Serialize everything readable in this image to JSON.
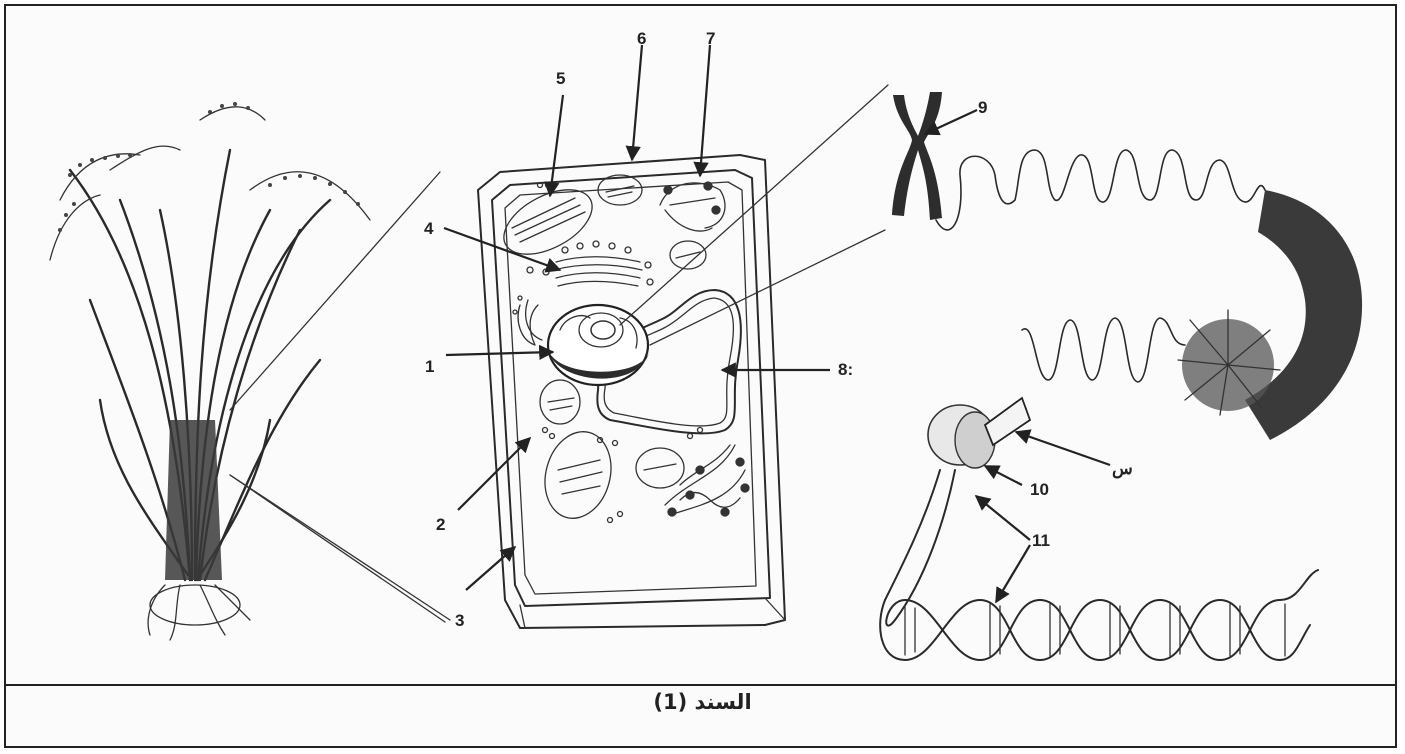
{
  "caption": "السند (1)",
  "labels": {
    "l1": "1",
    "l2": "2",
    "l3": "3",
    "l4": "4",
    "l5": "5",
    "l6": "6",
    "l7": "7",
    "l8": "8:",
    "l9": "9",
    "l10": "10",
    "l11": "11",
    "ls": "س"
  },
  "colors": {
    "ink": "#2a2a2a",
    "paper": "#fbfbfb"
  }
}
